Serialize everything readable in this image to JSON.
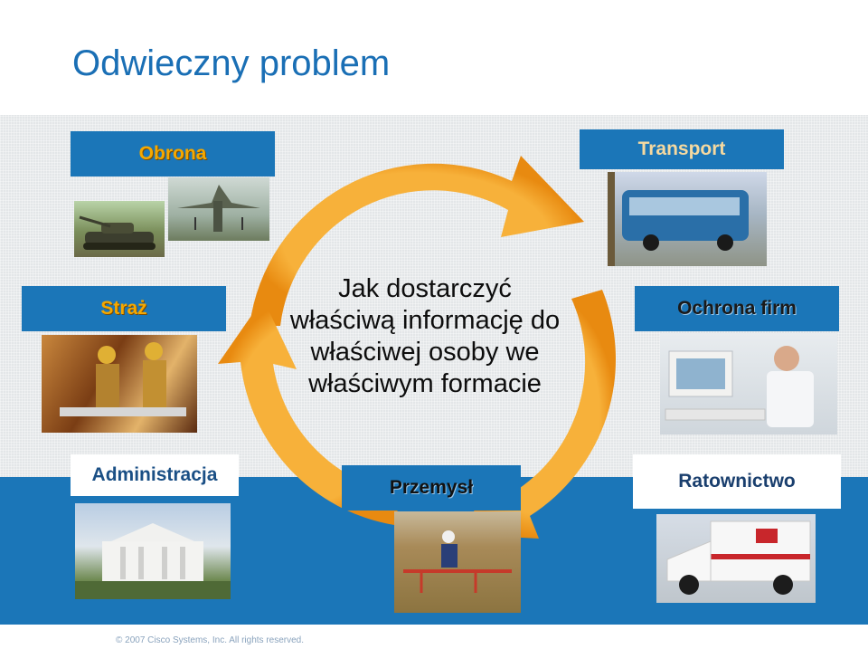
{
  "slide": {
    "title": "Odwieczny problem",
    "center_text": [
      "Jak dostarczyć",
      "właściwą informację do",
      "właściwej osoby we",
      "właściwym formacie"
    ],
    "footer": "© 2007 Cisco Systems, Inc. All rights reserved."
  },
  "labels": {
    "obrona": "Obrona",
    "transport": "Transport",
    "straz": "Straż",
    "ochrona_firm": "Ochrona firm",
    "administracja": "Administracja",
    "przemysl": "Przemysł",
    "ratownictwo": "Ratownictwo"
  },
  "photos": {
    "tank": "tank-photo",
    "jet": "jet-photo",
    "bus": "bus-photo",
    "firefighters": "firefighters-photo",
    "security_desk": "security-desk-photo",
    "white_house": "white-house-photo",
    "field_worker": "field-worker-photo",
    "ambulance": "ambulance-photo"
  },
  "colors": {
    "title": "#1a6fb5",
    "band_blue": "#1b76b8",
    "arrow_orange": "#f5a623",
    "label_orange_text": "#f5a800"
  }
}
